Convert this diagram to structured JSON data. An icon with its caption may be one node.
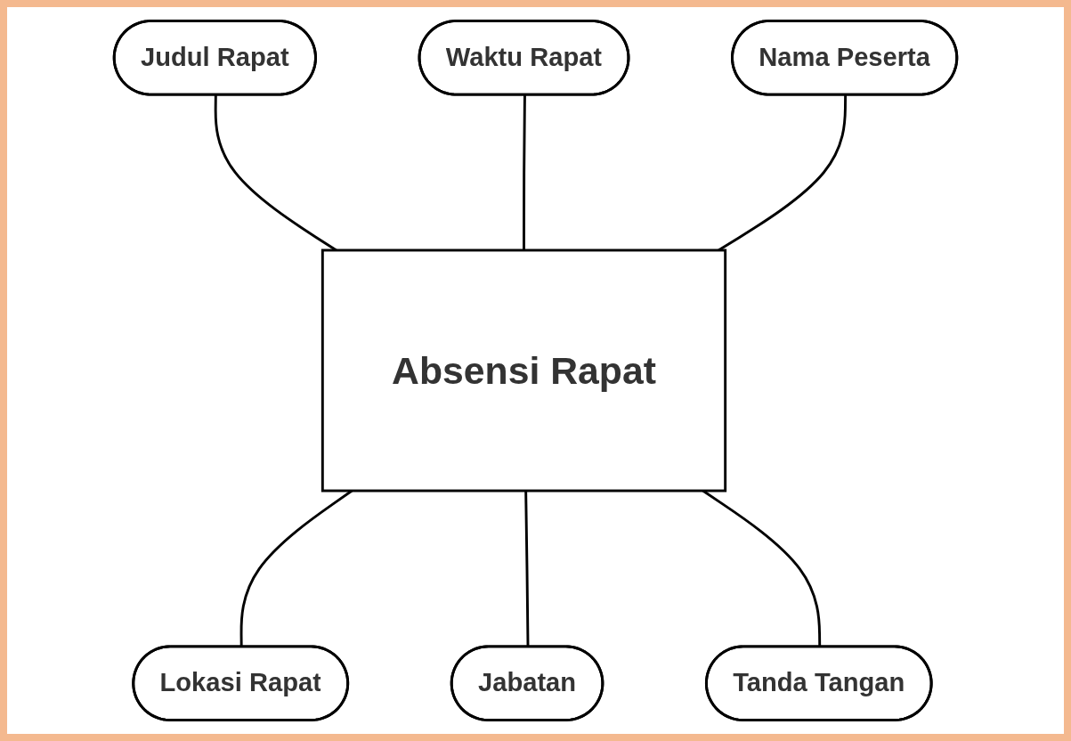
{
  "diagram": {
    "nodes": [
      {
        "text": [
          "Judul Rapat"
        ]
      },
      {
        "text": [
          "Waktu Rapat"
        ]
      },
      {
        "text": [
          "Nama Peserta"
        ]
      },
      {
        "text": [
          "Absensi Rapat"
        ]
      },
      {
        "text": [
          "Lokasi Rapat"
        ]
      },
      {
        "text": [
          "Jabatan"
        ]
      },
      {
        "text": [
          "Tanda Tangan"
        ]
      }
    ],
    "edges": [
      {
        "from": 0,
        "to": 3,
        "arrow": "none"
      },
      {
        "from": 1,
        "to": 3,
        "arrow": "none"
      },
      {
        "from": 2,
        "to": 3,
        "arrow": "none"
      },
      {
        "from": 3,
        "to": 4,
        "arrow": "none"
      },
      {
        "from": 3,
        "to": 5,
        "arrow": "none"
      },
      {
        "from": 3,
        "to": 6,
        "arrow": "none"
      }
    ]
  }
}
